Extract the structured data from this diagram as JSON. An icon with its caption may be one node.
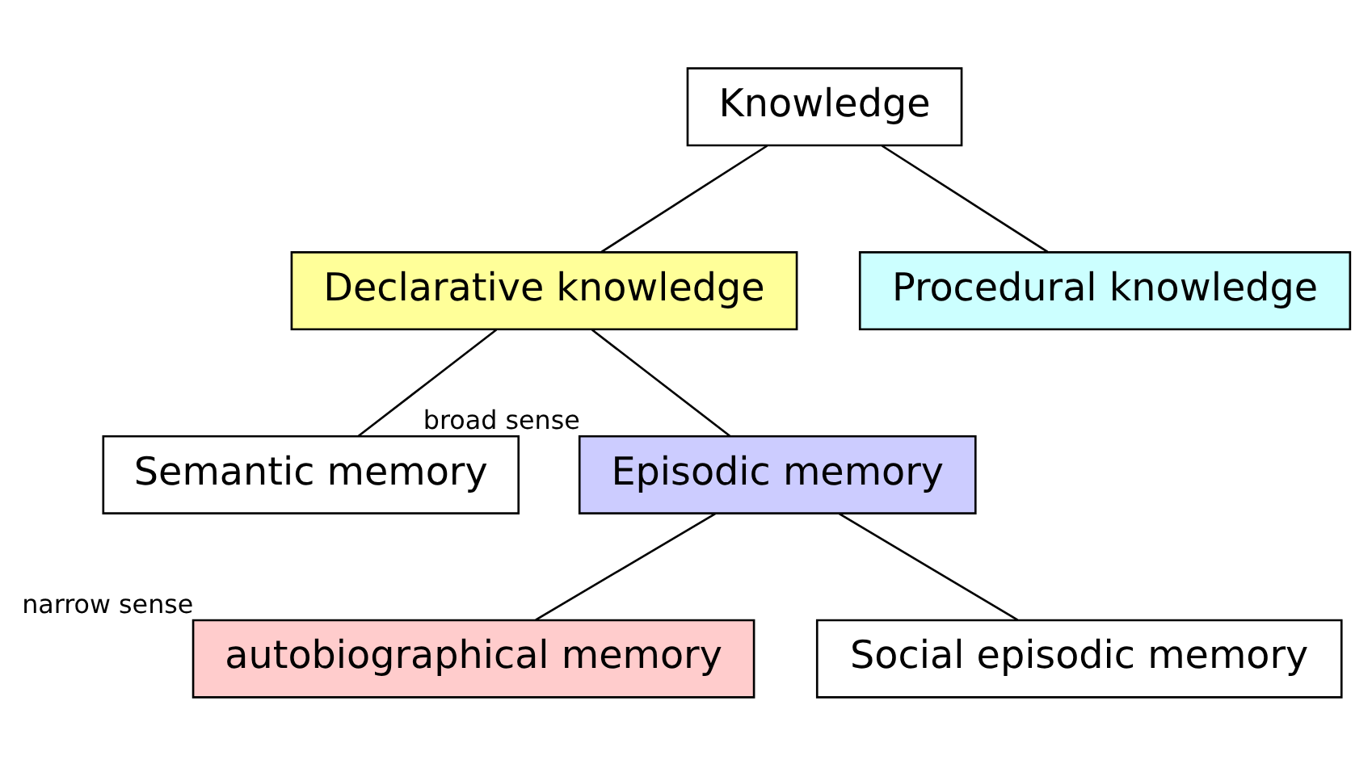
{
  "diagram": {
    "nodes": [
      {
        "text": [
          "Knowledge"
        ]
      },
      {
        "text": [
          "Declarative knowledge"
        ]
      },
      {
        "text": [
          "Procedural knowledge"
        ]
      },
      {
        "text": [
          "Semantic memory"
        ]
      },
      {
        "text": [
          "Episodic memory"
        ],
        "beside": [
          "broad sense"
        ]
      },
      {
        "text": [
          "autobiographical memory"
        ],
        "beside": [
          "narrow sense"
        ]
      },
      {
        "text": [
          "Social episodic memory"
        ]
      }
    ],
    "edges": [
      {
        "from": 0,
        "to": 1,
        "arrow": "none"
      },
      {
        "from": 0,
        "to": 2,
        "arrow": "none"
      },
      {
        "from": 1,
        "to": 3,
        "arrow": "none"
      },
      {
        "from": 1,
        "to": 4,
        "arrow": "none"
      },
      {
        "from": 4,
        "to": 5,
        "arrow": "none"
      },
      {
        "from": 4,
        "to": 6,
        "arrow": "none"
      }
    ]
  }
}
